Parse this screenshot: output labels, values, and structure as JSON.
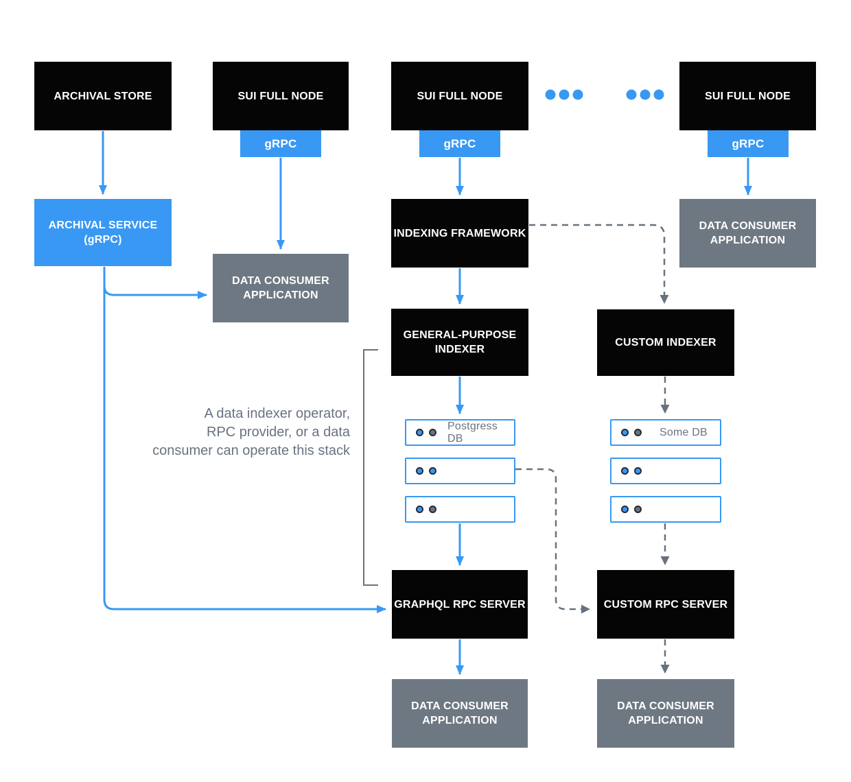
{
  "nodes": {
    "archival_store": "ARCHIVAL STORE",
    "sui_full_node": "SUI FULL NODE",
    "grpc": "gRPC",
    "archival_service": "ARCHIVAL SERVICE\n(gRPC)",
    "data_consumer_application": "DATA CONSUMER\nAPPLICATION",
    "indexing_framework": "INDEXING FRAMEWORK",
    "general_purpose_indexer": "GENERAL-PURPOSE\nINDEXER",
    "custom_indexer": "CUSTOM INDEXER",
    "graphql_rpc_server": "GRAPHQL RPC SERVER",
    "custom_rpc_server": "CUSTOM RPC SERVER"
  },
  "db": {
    "left": {
      "rows": [
        {
          "label": "Postgress DB",
          "dots": [
            "blue",
            "gray"
          ]
        },
        {
          "label": "",
          "dots": [
            "blue",
            "blue"
          ]
        },
        {
          "label": "",
          "dots": [
            "blue",
            "gray"
          ]
        }
      ]
    },
    "right": {
      "rows": [
        {
          "label": "Some DB",
          "dots": [
            "blue",
            "gray"
          ]
        },
        {
          "label": "",
          "dots": [
            "blue",
            "blue"
          ]
        },
        {
          "label": "",
          "dots": [
            "blue",
            "gray"
          ]
        }
      ]
    }
  },
  "annotation": "A data indexer operator,\nRPC provider, or a data\nconsumer can operate this stack",
  "colors": {
    "accent_blue": "#3898F4",
    "box_black": "#050505",
    "box_gray": "#6E7882",
    "line_gray": "#68727E",
    "text_gray": "#6B7280",
    "dot_border": "#232B38"
  }
}
